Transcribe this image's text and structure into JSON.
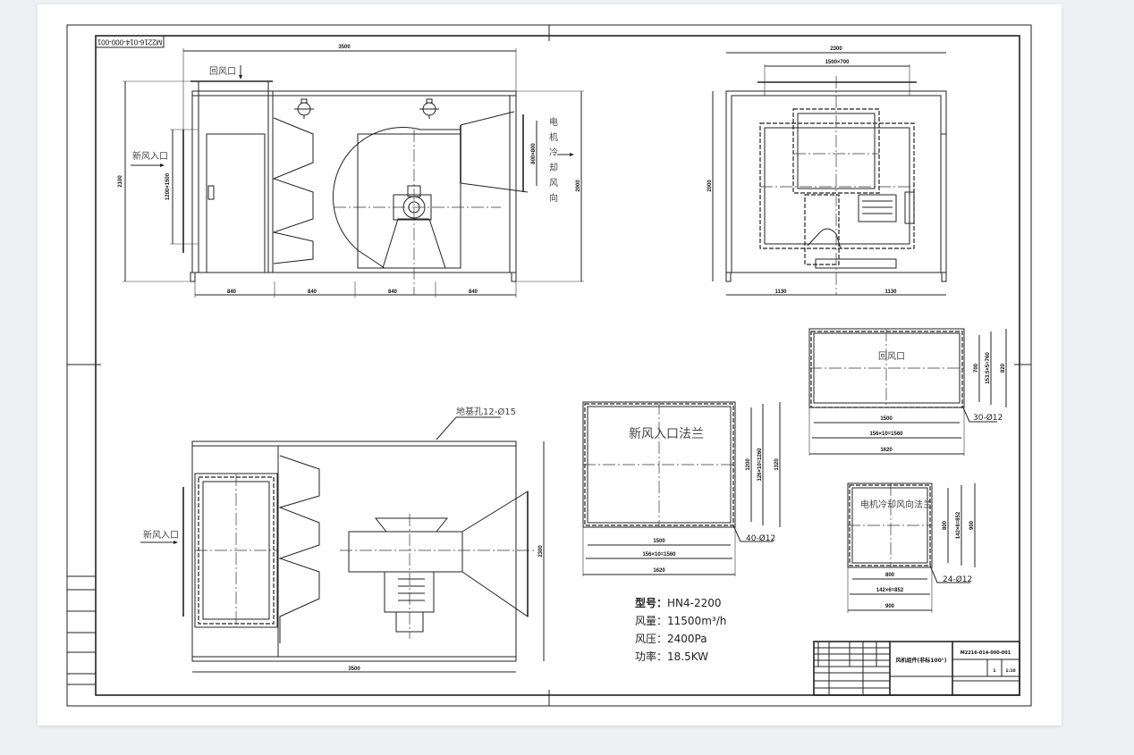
{
  "drawing": {
    "drawing_number": "M2216-014-000-001",
    "title_block": {
      "part_name": "风机组件(非标100°)",
      "drawing_number": "M2216-014-000-001",
      "quantity": "1",
      "scale": "1:10"
    },
    "front_view": {
      "return_air_label": "回风口",
      "fresh_air_label": "新风入口",
      "motor_cooling_label": [
        "电",
        "机",
        "冷",
        "却",
        "风",
        "向"
      ],
      "dim_width": "3500",
      "dim_height_left": "2100",
      "dim_inlet": "1200×1500",
      "dim_outlet": "800×800",
      "dim_height_right": "2000",
      "dim_segments": [
        "840",
        "840",
        "840",
        "840"
      ]
    },
    "side_view": {
      "dim_width": "2300",
      "dim_top": "1500×700",
      "dim_height": "2000",
      "dim_segments": [
        "1130",
        "1130"
      ]
    },
    "plan_view": {
      "foundation_holes_label": "地基孔12-Ø15",
      "fresh_air_label": "新风入口",
      "dim_width": "3500",
      "dim_depth": "2300"
    },
    "return_air_flange": {
      "label": "回风口",
      "dim_inner_w": "1500",
      "dim_pitch_w": "156×10=1560",
      "dim_outer_w": "1620",
      "dim_inner_h": "700",
      "dim_pitch_h": "153.5×5=760",
      "dim_outer_h": "820",
      "holes": "30-Ø12"
    },
    "fresh_air_flange": {
      "label": "新风入口法兰",
      "dim_inner_w": "1500",
      "dim_pitch_w": "156×10=1560",
      "dim_outer_w": "1620",
      "dim_inner_h": "1200",
      "dim_pitch_h": "126×10=1260",
      "dim_outer_h": "1320",
      "holes": "40-Ø12"
    },
    "motor_flange": {
      "label": "电机冷却风向法兰",
      "dim_inner_w": "800",
      "dim_pitch_w": "142×6=852",
      "dim_outer_w": "900",
      "dim_inner_h": "800",
      "dim_pitch_h": "142×6=852",
      "dim_outer_h": "900",
      "holes": "24-Ø12"
    },
    "specs": [
      {
        "label": "型号：",
        "value": "HN4-2200"
      },
      {
        "label": "风量：",
        "value": "11500m³/h"
      },
      {
        "label": "风压：",
        "value": "2400Pa"
      },
      {
        "label": "功率：",
        "value": "18.5KW"
      }
    ]
  }
}
